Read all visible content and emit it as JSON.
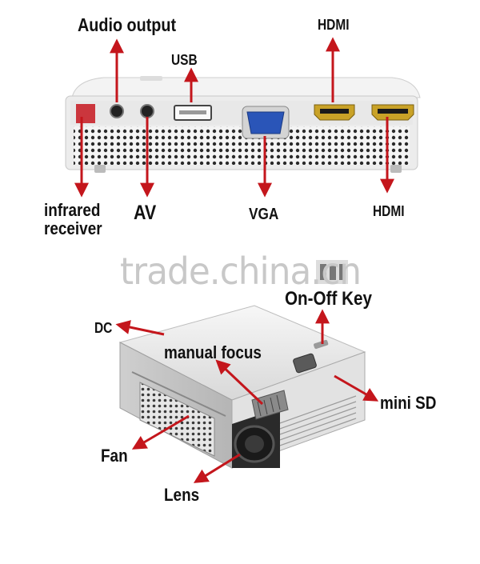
{
  "watermark": "trade.china.cn",
  "labels": {
    "audio_output": "Audio output",
    "usb": "USB",
    "hdmi_top": "HDMI",
    "infrared_receiver_line1": "infrared",
    "infrared_receiver_line2": "receiver",
    "av": "AV",
    "vga": "VGA",
    "hdmi_bottom": "HDMI",
    "on_off_key": "On-Off Key",
    "dc": "DC",
    "manual_focus": "manual focus",
    "mini_sd": "mini SD",
    "fan": "Fan",
    "lens": "Lens"
  },
  "colors": {
    "arrow": "#c4161c",
    "body": "#dcdcdc",
    "port_gold": "#c9a227",
    "vga_blue": "#2a55b8"
  }
}
